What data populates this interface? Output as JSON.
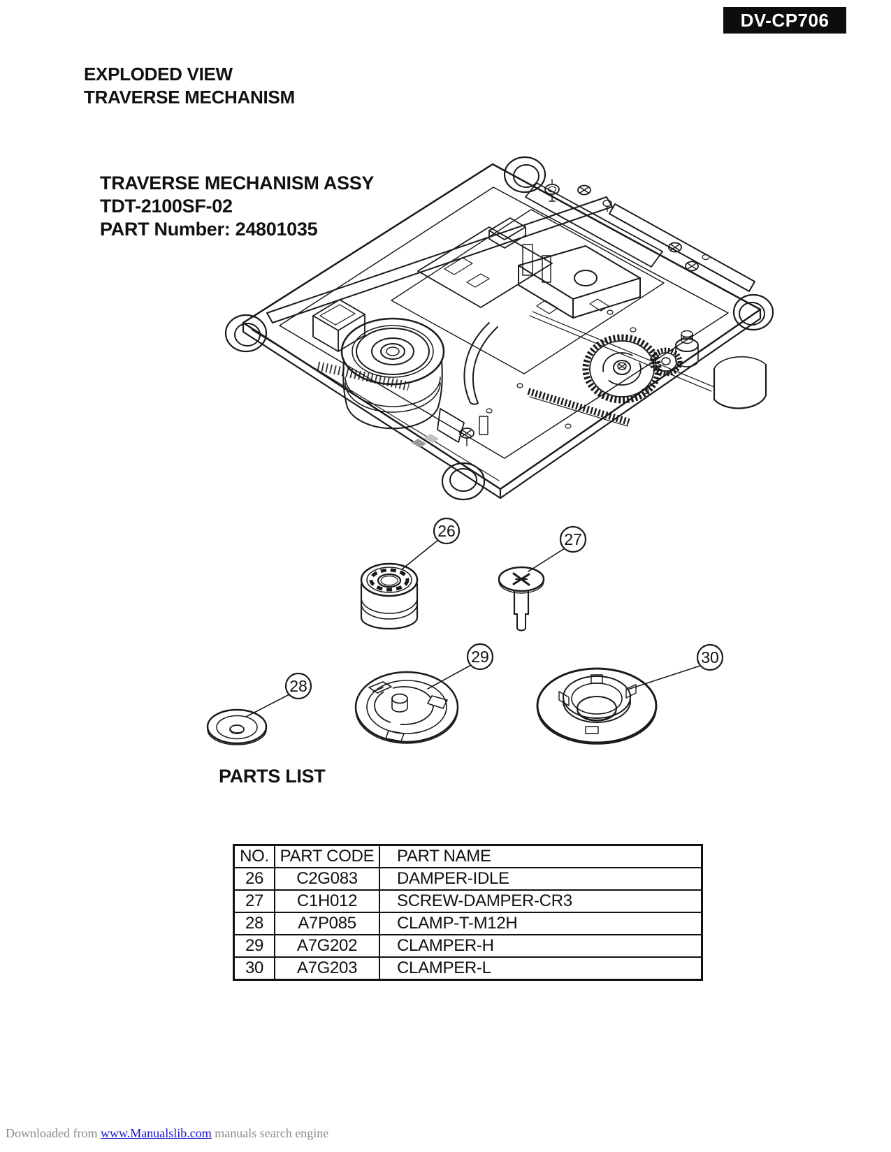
{
  "header": {
    "model_badge": "DV-CP706",
    "title_line1": "EXPLODED VIEW",
    "title_line2": "TRAVERSE MECHANISM"
  },
  "diagram": {
    "assembly_label": [
      "TRAVERSE MECHANISM ASSY",
      "TDT-2100SF-02",
      "PART Number: 24801035"
    ],
    "callouts": [
      "26",
      "27",
      "28",
      "29",
      "30"
    ]
  },
  "parts_list": {
    "heading": "PARTS LIST",
    "columns": [
      "NO.",
      "PART CODE",
      "PART NAME"
    ],
    "rows": [
      {
        "no": "26",
        "part_code": "C2G083",
        "part_name": "DAMPER-IDLE"
      },
      {
        "no": "27",
        "part_code": "C1H012",
        "part_name": "SCREW-DAMPER-CR3"
      },
      {
        "no": "28",
        "part_code": "A7P085",
        "part_name": "CLAMP-T-M12H"
      },
      {
        "no": "29",
        "part_code": "A7G202",
        "part_name": "CLAMPER-H"
      },
      {
        "no": "30",
        "part_code": "A7G203",
        "part_name": "CLAMPER-L"
      }
    ]
  },
  "footer": {
    "prefix": "Downloaded from ",
    "link_text": "www.Manualslib.com",
    "suffix": " manuals search engine"
  },
  "colors": {
    "badge_bg": "#0d0d0d",
    "badge_text": "#ffffff",
    "line": "#1a1a1a",
    "link": "#1414cc",
    "footer_text": "#8a8a8a"
  }
}
